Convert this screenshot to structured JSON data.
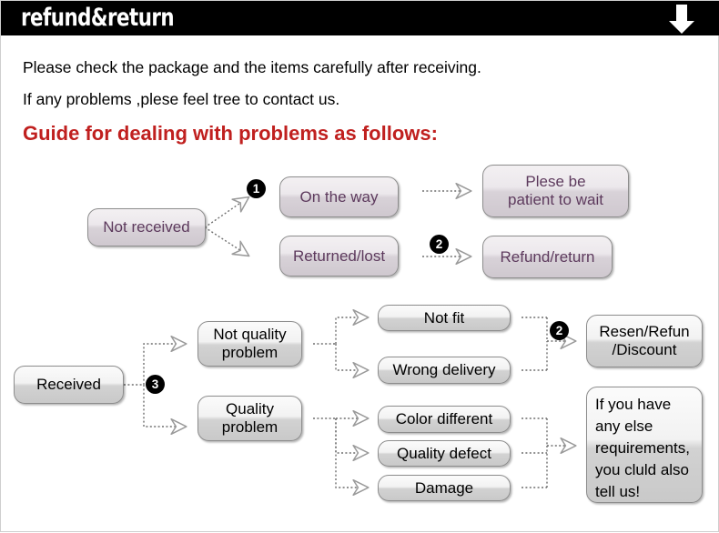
{
  "header": {
    "title": "refund&return",
    "arrow_icon": "arrow-down-icon",
    "background": "#000000",
    "text_color": "#ffffff"
  },
  "intro": {
    "line1": "Please check the package and the items carefully after receiving.",
    "line2": "If any problems ,plese feel tree to contact us."
  },
  "guide": {
    "heading": "Guide for dealing with problems as follows:",
    "color": "#C0201F"
  },
  "flow_not_received": {
    "badges": [
      "1",
      "2"
    ],
    "nodes": {
      "not_received": "Not received",
      "on_the_way": "On the way",
      "returned_lost": "Returned/lost",
      "please_wait": "Plese be\npatient to wait",
      "please_wait_l1": "Plese be",
      "please_wait_l2": "patient to wait",
      "refund_return": "Refund/return"
    },
    "text_color": "#5d3a5d"
  },
  "flow_received": {
    "badges": [
      "3",
      "2"
    ],
    "nodes": {
      "received": "Received",
      "not_quality_problem_l1": "Not quality",
      "not_quality_problem_l2": "problem",
      "quality_problem_l1": "Quality",
      "quality_problem_l2": "problem",
      "not_fit": "Not fit",
      "wrong_delivery": "Wrong delivery",
      "color_different": "Color different",
      "quality_defect": "Quality defect",
      "damage": "Damage",
      "resend_refund_l1": "Resen/Refun",
      "resend_refund_l2": "/Discount",
      "contact_l1": "If you have",
      "contact_l2": "any else",
      "contact_l3": "requirements,",
      "contact_l4": "you cluld also",
      "contact_l5": "tell us!"
    },
    "text_color": "#000000"
  }
}
